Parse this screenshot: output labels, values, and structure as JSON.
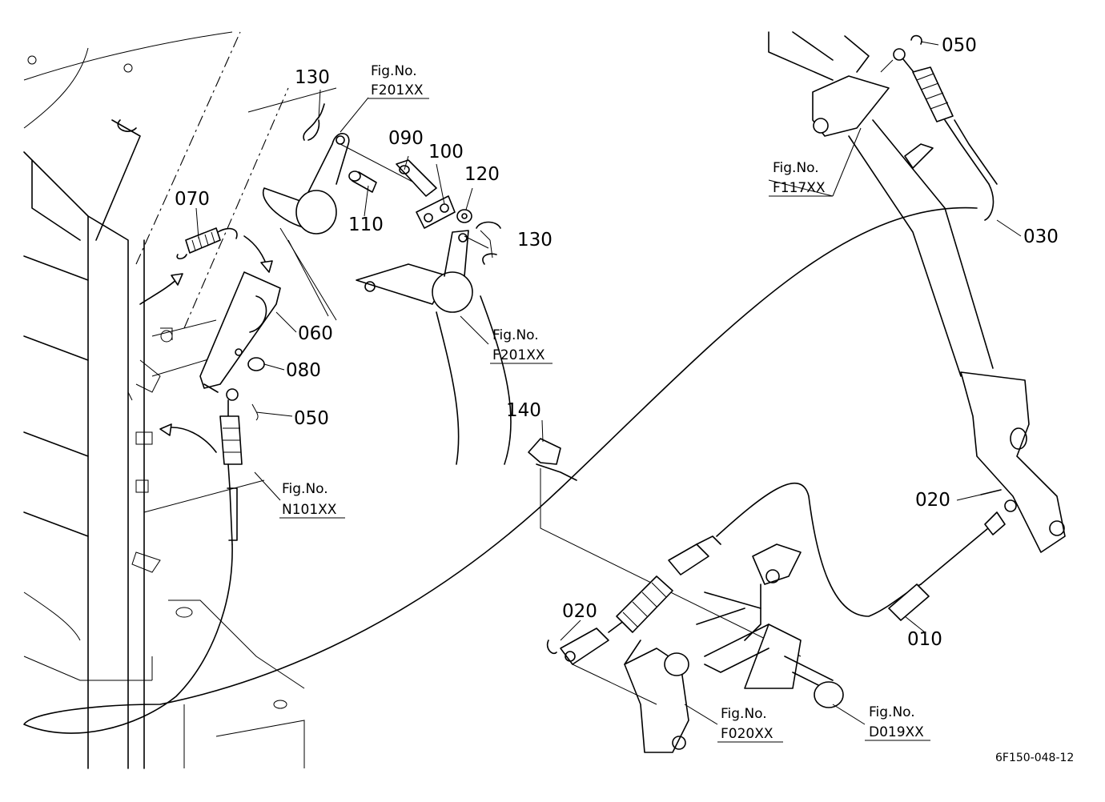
{
  "diagram": {
    "drawing_code": "6F150-048-12",
    "callouts": {
      "c130_top": "130",
      "c090": "090",
      "c100": "100",
      "c120": "120",
      "c110": "110",
      "c130_right": "130",
      "c070": "070",
      "c060": "060",
      "c080": "080",
      "c050_left": "050",
      "c050_top": "050",
      "c030": "030",
      "c140": "140",
      "c020_right": "020",
      "c020_left": "020",
      "c010": "010"
    },
    "figure_refs": [
      {
        "label": "Fig.No.",
        "code": "F201XX"
      },
      {
        "label": "Fig.No.",
        "code": "F201XX"
      },
      {
        "label": "Fig.No.",
        "code": "F117XX"
      },
      {
        "label": "Fig.No.",
        "code": "N101XX"
      },
      {
        "label": "Fig.No.",
        "code": "F020XX"
      },
      {
        "label": "Fig.No.",
        "code": "D019XX"
      }
    ]
  }
}
